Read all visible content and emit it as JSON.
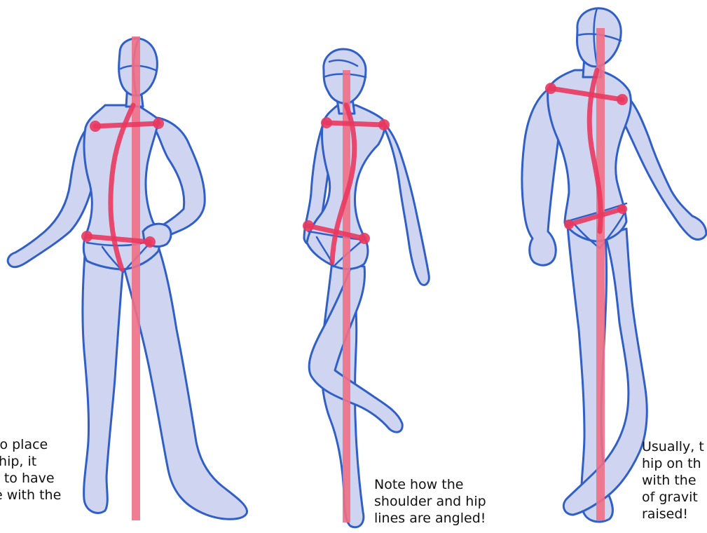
{
  "colors": {
    "body_fill": "#cfd5f1",
    "outline": "#2f5fc7",
    "gravity_line": "#ef6f86",
    "guide_lines": "#e8385f"
  },
  "captions": {
    "left": [
      "to place",
      " hip, it",
      "r to have",
      "e with the"
    ],
    "middle": [
      "Note how the",
      "shoulder and hip",
      "lines are angled!"
    ],
    "right": [
      "Usually, t",
      "hip on th",
      "with the",
      "of gravit",
      "raised!"
    ]
  }
}
